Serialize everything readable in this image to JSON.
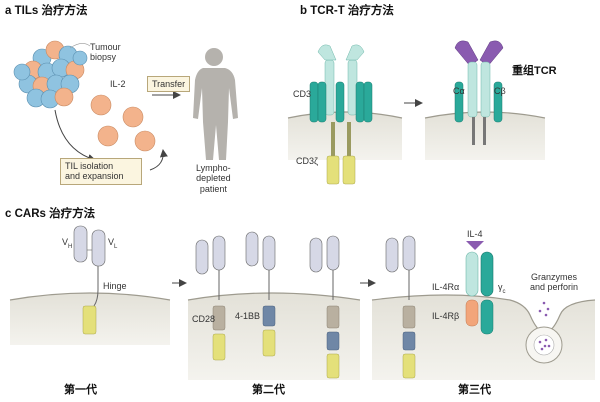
{
  "panel_a": {
    "letter": "a",
    "title": "TILs 治疗方法",
    "tumour_biopsy": "Tumour\nbiopsy",
    "il2": "IL-2",
    "transfer": "Transfer",
    "til_isolation": "TIL isolation\nand expansion",
    "patient": "Lympho-\ndepleted\npatient"
  },
  "panel_b": {
    "letter": "b",
    "title": "TCR-T 治疗方法",
    "cd3": "CD3",
    "cd3z": "CD3ζ",
    "calpha": "Cα",
    "cbeta": "Cβ",
    "recombinant_tcr": "重组TCR"
  },
  "panel_c": {
    "letter": "c",
    "title": "CARs 治疗方法",
    "vh": "V",
    "vh_sub": "H",
    "vl": "V",
    "vl_sub": "L",
    "hinge": "Hinge",
    "cd28": "CD28",
    "bb41": "4-1BB",
    "il4": "IL-4",
    "il4ra": "IL-4Rα",
    "il4rb": "IL-4Rβ",
    "gamma_c": "γ",
    "gamma_c_sub": "c",
    "granzymes": "Granzymes\nand perforin",
    "gen1": "第一代",
    "gen2": "第二代",
    "gen3": "第三代"
  },
  "colors": {
    "membrane_bg": "#d9d7cf",
    "membrane_line": "#9e9b8f",
    "teal": "#2aa99a",
    "teal_light": "#bfe6df",
    "scfv": "#d6d8e6",
    "yellow": "#e4e07a",
    "steel": "#6f87a6",
    "taupe": "#b9b0a0",
    "purple": "#8a5bb0",
    "orange": "#f2a57a",
    "tumour_blue": "#8fc3e0",
    "tumour_orange": "#f3b38c",
    "patient": "#b5b2ad"
  }
}
